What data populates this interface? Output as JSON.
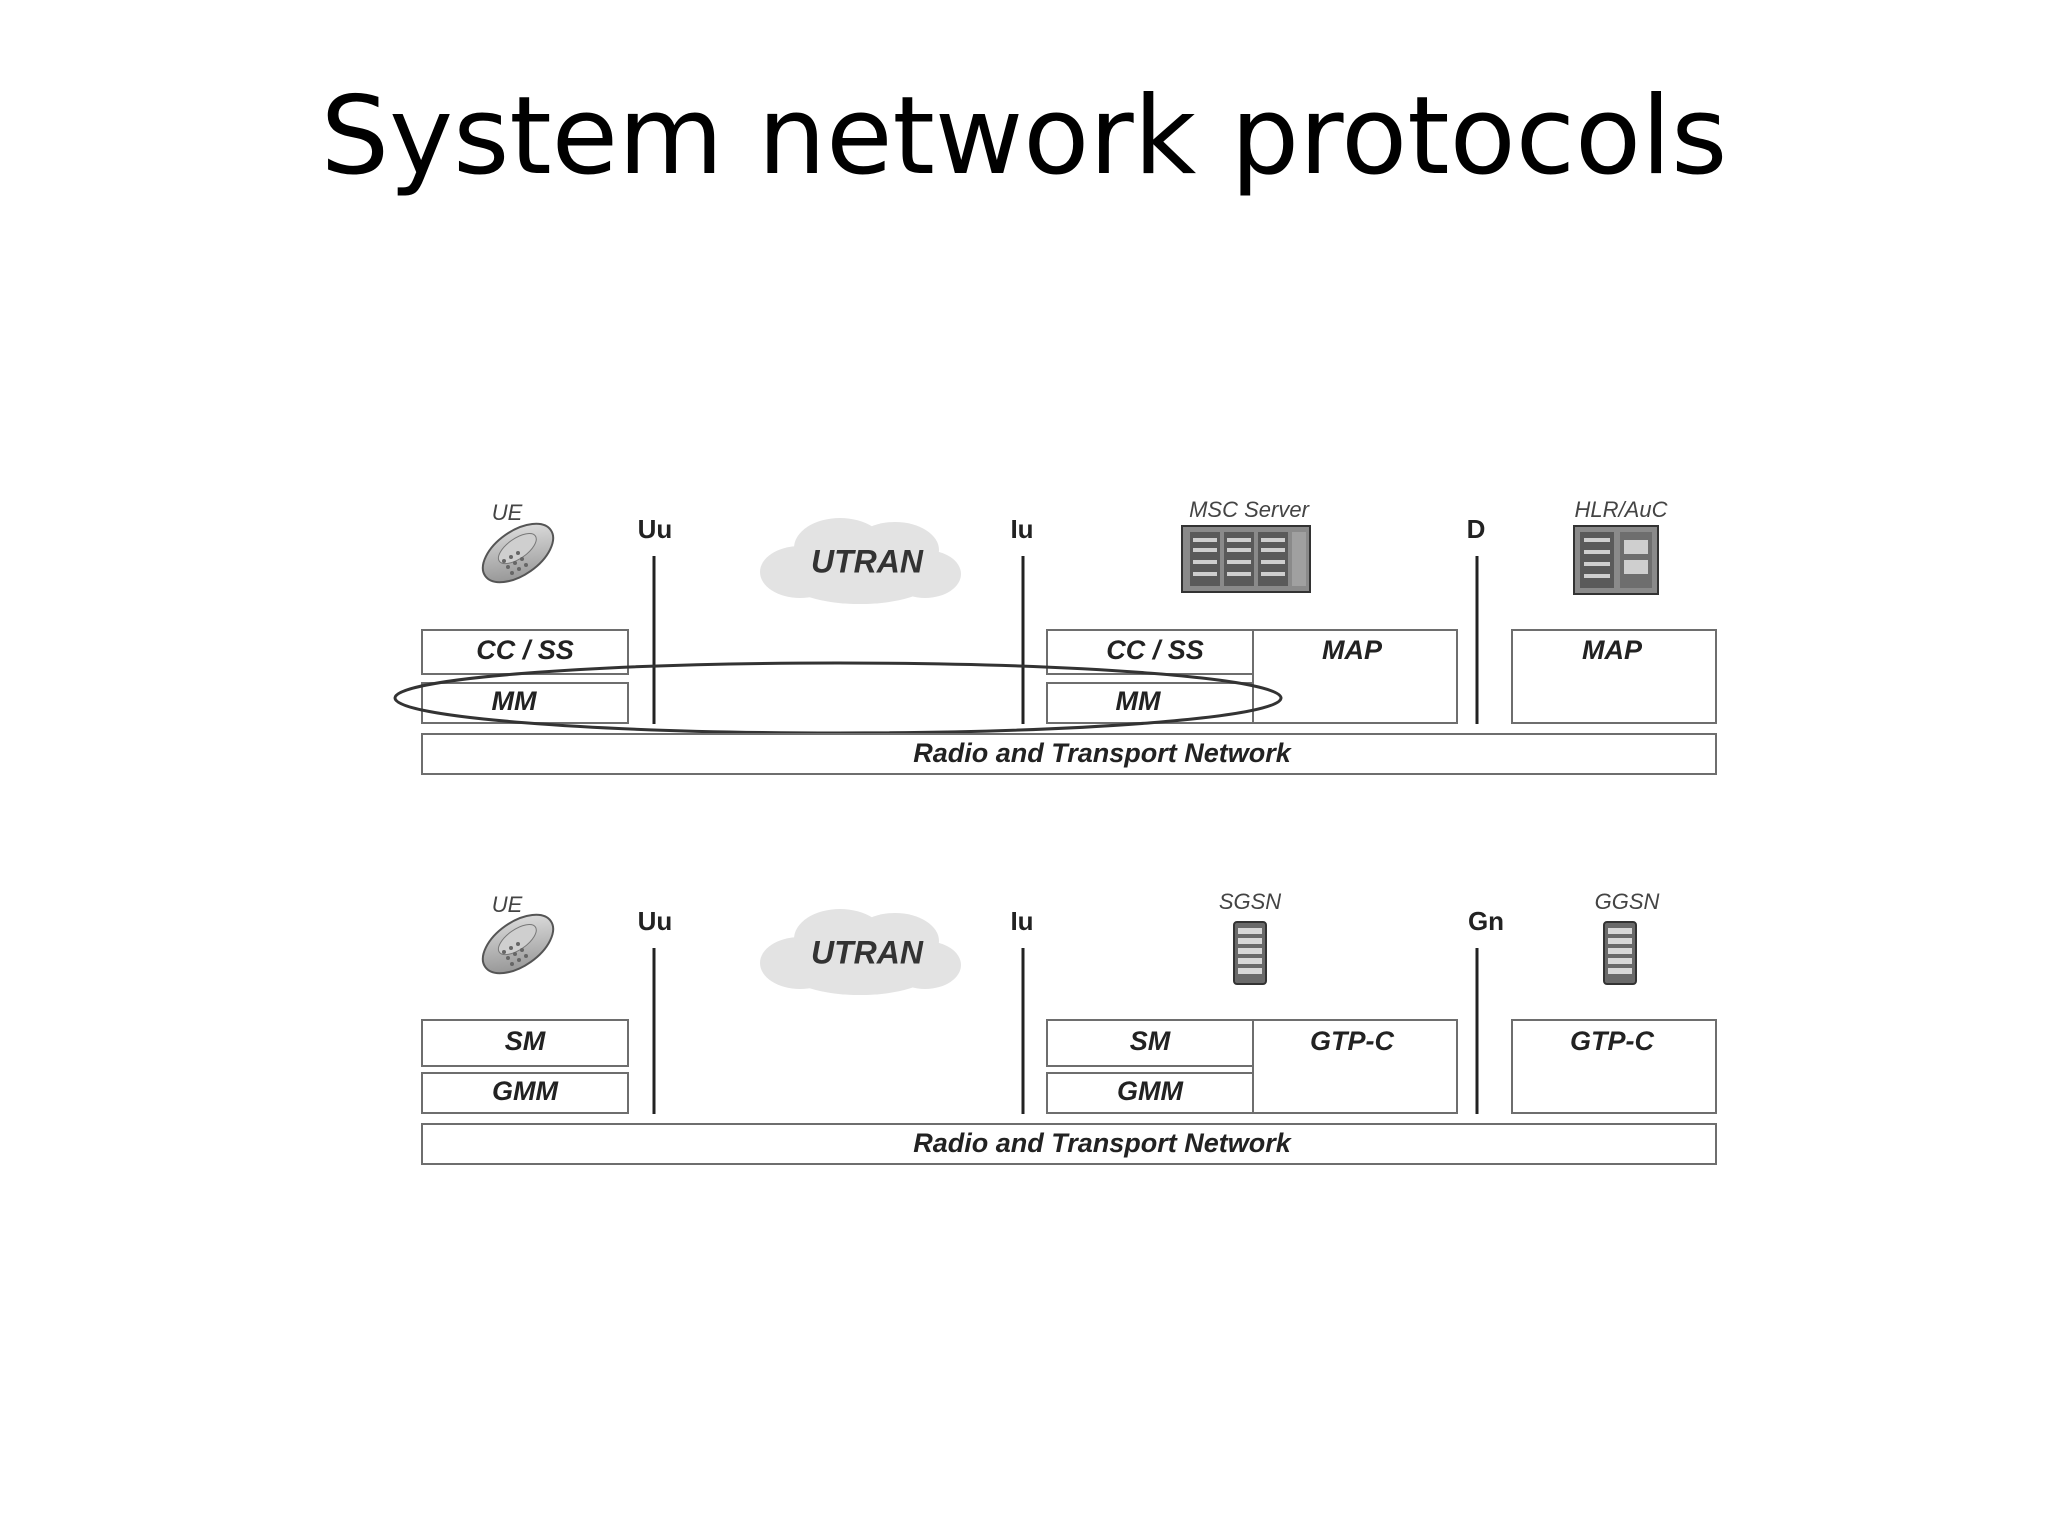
{
  "title": "System network protocols",
  "colors": {
    "line": "#222222",
    "box_border": "#6e6e6e",
    "equipment": "#8a8a8a",
    "cloud": "#e3e3e3"
  },
  "icons": [
    "phone-icon",
    "cloud-icon",
    "server-rack-icon",
    "server-tower-icon"
  ],
  "cs_domain": {
    "ue_label": "UE",
    "uu_label": "Uu",
    "utran_label": "UTRAN",
    "iu_label": "Iu",
    "msc_label": "MSC Server",
    "d_label": "D",
    "hlr_label": "HLR/AuC",
    "ue_top": "CC / SS",
    "ue_bottom": "MM",
    "msc_top": "CC / SS",
    "msc_bottom": "MM",
    "msc_map": "MAP",
    "hlr_map": "MAP",
    "transport": "Radio and Transport Network"
  },
  "ps_domain": {
    "ue_label": "UE",
    "uu_label": "Uu",
    "utran_label": "UTRAN",
    "iu_label": "Iu",
    "sgsn_label": "SGSN",
    "gn_label": "Gn",
    "ggsn_label": "GGSN",
    "ue_top": "SM",
    "ue_bottom": "GMM",
    "sgsn_top": "SM",
    "sgsn_bottom": "GMM",
    "sgsn_gtp": "GTP-C",
    "ggsn_gtp": "GTP-C",
    "transport": "Radio and Transport Network"
  }
}
